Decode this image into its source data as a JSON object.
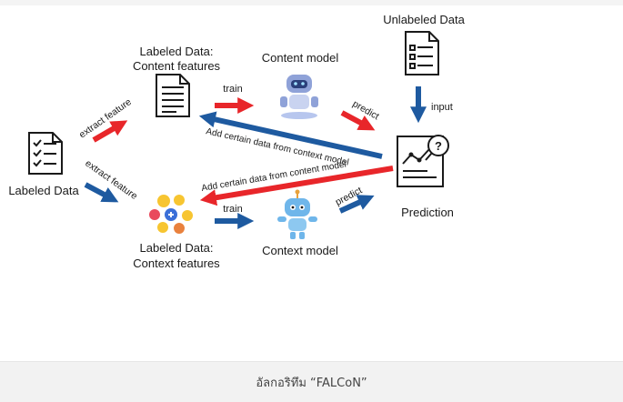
{
  "diagram": {
    "nodes": {
      "labeled_data": "Labeled Data",
      "content_features_title": "Labeled Data:",
      "content_features_sub": "Content features",
      "context_features_title": "Labeled Data:",
      "context_features_sub": "Context features",
      "content_model": "Content model",
      "context_model": "Context model",
      "unlabeled_data": "Unlabeled Data",
      "prediction": "Prediction"
    },
    "edges": {
      "extract_feature_top": "extract feature",
      "extract_feature_bottom": "extract feature",
      "train_top": "train",
      "train_bottom": "train",
      "predict_top": "predict",
      "predict_bottom": "predict",
      "input": "input",
      "add_from_context": "Add certain data from context model",
      "add_from_content": "Add certain data from content model"
    },
    "colors": {
      "red": "#e8262a",
      "blue": "#1e5aa0",
      "icon": "#1a1a1a"
    }
  },
  "caption": "อัลกอริทึม “FALCoN”"
}
